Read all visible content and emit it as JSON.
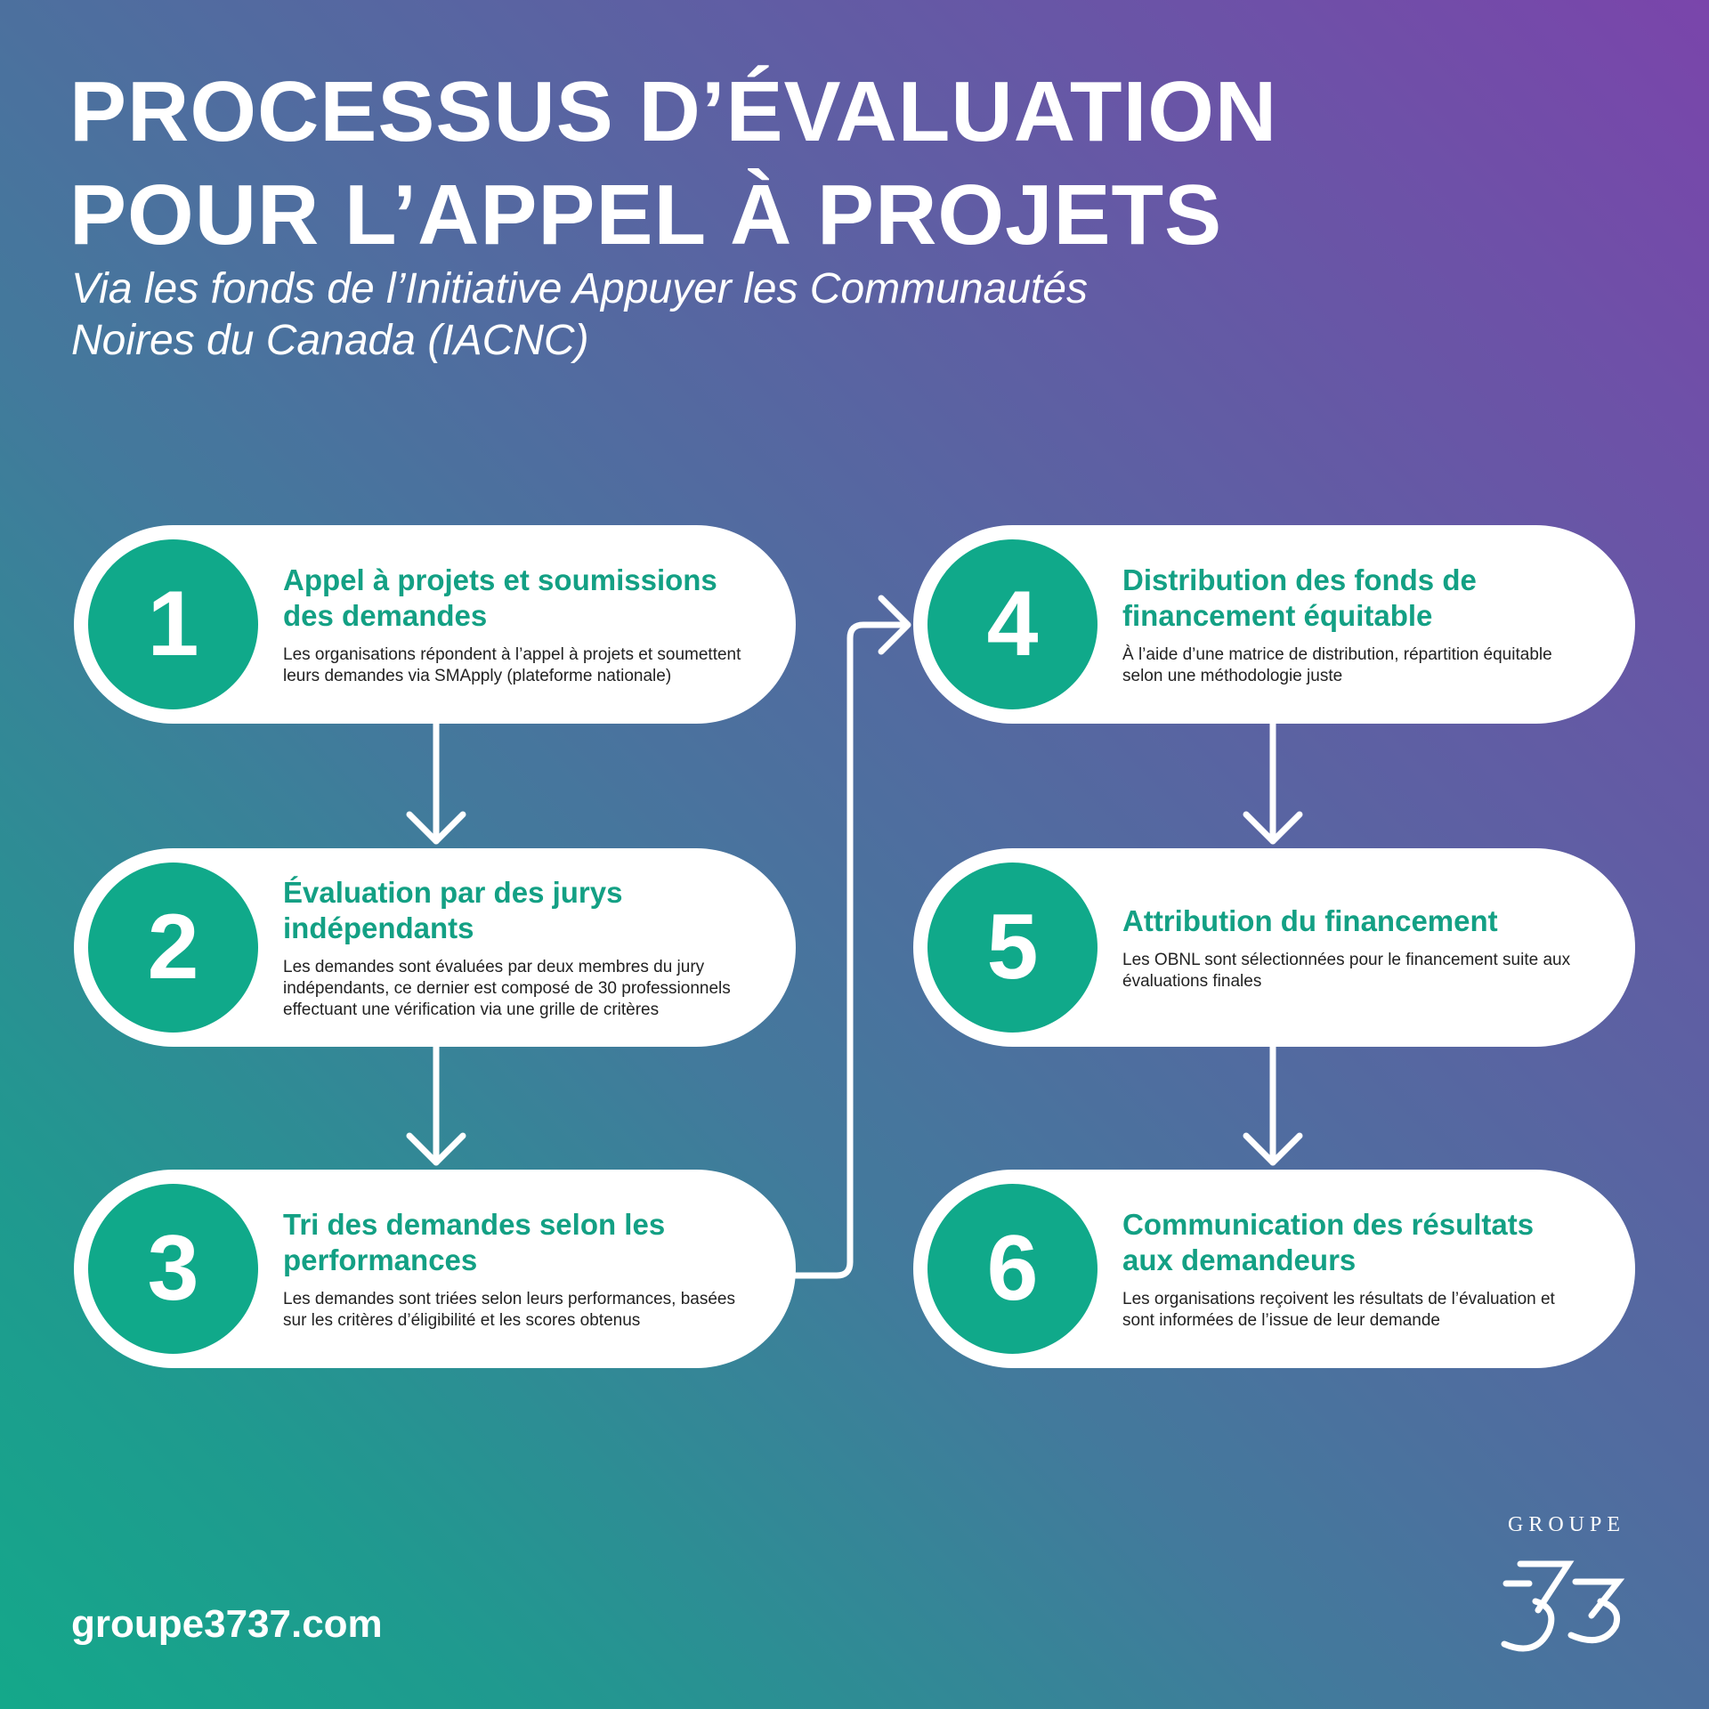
{
  "header": {
    "title_line1": "PROCESSUS D’ÉVALUATION",
    "title_line2": "POUR L’APPEL À PROJETS",
    "subtitle_line1": "Via les fonds de l’Initiative Appuyer les Communautés",
    "subtitle_line2": "Noires du Canada (IACNC)"
  },
  "steps": [
    {
      "number": "1",
      "title": "Appel à projets et soumissions des demandes",
      "body": "Les organisations répondent à l’appel à projets et soumettent leurs demandes via SMApply (plateforme nationale)"
    },
    {
      "number": "2",
      "title": "Évaluation par des jurys indépendants",
      "body": "Les demandes sont évaluées par deux membres du jury indépendants, ce dernier est composé de 30 professionnels effectuant une vérification via une grille de critères"
    },
    {
      "number": "3",
      "title": "Tri des demandes selon les performances",
      "body": "Les demandes sont triées selon leurs performances, basées sur les critères d’éligibilité et les scores obtenus"
    },
    {
      "number": "4",
      "title": "Distribution des fonds de financement équitable",
      "body": "À l’aide d’une matrice de distribution, répartition équitable selon une méthodologie juste"
    },
    {
      "number": "5",
      "title": "Attribution du financement",
      "body": "Les OBNL sont sélectionnées pour le financement suite aux évaluations finales"
    },
    {
      "number": "6",
      "title": "Communication des résultats aux demandeurs",
      "body": "Les organisations reçoivent les résultats de l’évaluation et sont informées de l’issue de leur demande"
    }
  ],
  "footer": {
    "website": "groupe3737.com",
    "logo_word": "GROUPE",
    "logo_number": "3737"
  },
  "colors": {
    "accent": "#10a98a",
    "heading": "#13a084",
    "bg_top": "#7a45ab",
    "bg_bottom": "#14a88a"
  }
}
